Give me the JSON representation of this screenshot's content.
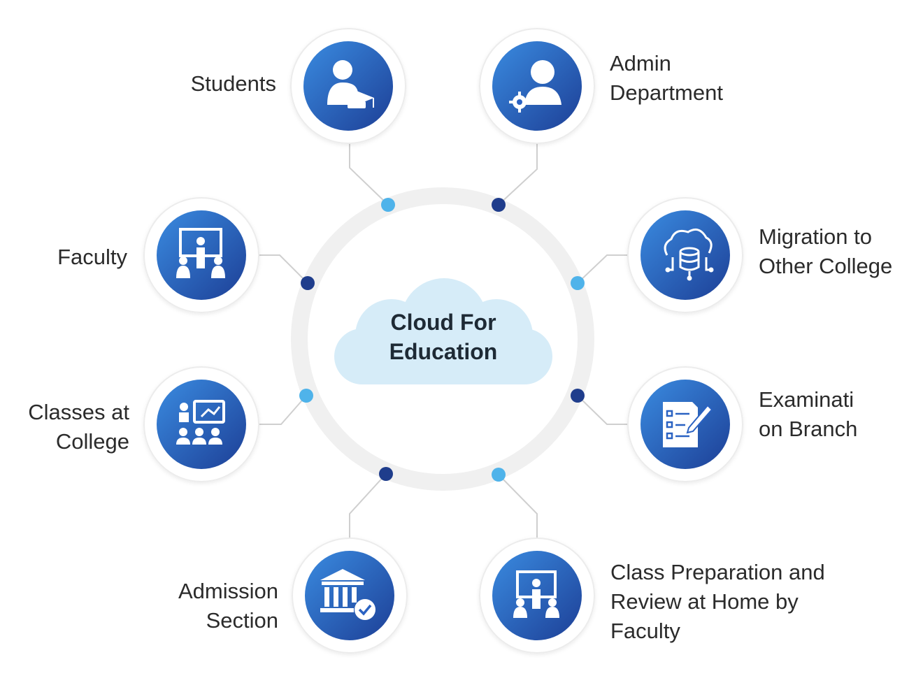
{
  "center": {
    "title": "Cloud For Education"
  },
  "nodes": [
    {
      "id": "students",
      "label": "Students",
      "icon": "student-graduation-cap-icon",
      "dot_color": "#4fb3ea"
    },
    {
      "id": "admin",
      "label": "Admin Department",
      "icon": "admin-user-gear-icon",
      "dot_color": "#1f3d8c"
    },
    {
      "id": "faculty",
      "label": "Faculty",
      "icon": "presentation-teacher-icon",
      "dot_color": "#1f3d8c"
    },
    {
      "id": "migration",
      "label": "Migration to Other College",
      "icon": "cloud-database-icon",
      "dot_color": "#4fb3ea"
    },
    {
      "id": "classes",
      "label": "Classes at College",
      "icon": "classroom-icon",
      "dot_color": "#4fb3ea"
    },
    {
      "id": "examination",
      "label": "Examinati on Branch",
      "icon": "exam-checklist-icon",
      "dot_color": "#1f3d8c"
    },
    {
      "id": "admission",
      "label": "Admission Section",
      "icon": "bank-check-icon",
      "dot_color": "#1f3d8c"
    },
    {
      "id": "class-prep",
      "label": "Class Preparation and Review at Home by Faculty",
      "icon": "presentation-teacher-icon",
      "dot_color": "#4fb3ea"
    }
  ],
  "colors": {
    "icon_gradient_light": "#3a8be0",
    "icon_gradient_dark": "#1d3f96",
    "ring": "#f0f0f0",
    "cloud": "#d6ecf8",
    "connector": "#cfcfcf"
  }
}
